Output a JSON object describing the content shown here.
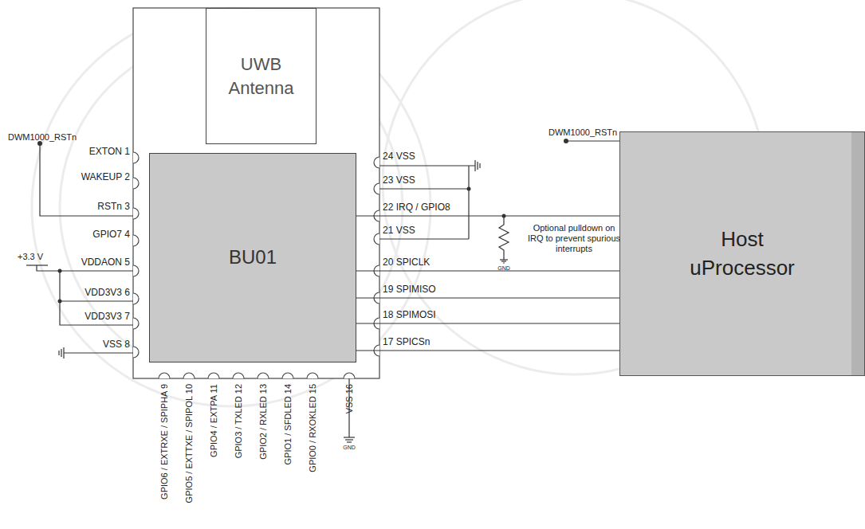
{
  "diagram": {
    "nodes": [
      {
        "text": [
          "UWB Antenna"
        ]
      },
      {
        "text": [
          "BU01"
        ]
      },
      {
        "text": [
          "Host uProcessor"
        ]
      }
    ],
    "edges": [
      {
        "from": 1,
        "to": 2,
        "arrow": "none"
      },
      {
        "from": 1,
        "to": 2,
        "arrow": "none"
      },
      {
        "from": 1,
        "to": 2,
        "arrow": "none"
      },
      {
        "from": 1,
        "to": 2,
        "arrow": "none"
      },
      {
        "from": 1,
        "to": 2,
        "arrow": "none"
      }
    ],
    "labels": [
      "DWM1000_RSTn",
      "EXTON 1",
      "WAKEUP 2",
      "RSTn 3",
      "GPIO7 4",
      "VDDAON 5",
      "VDD3V3 6",
      "VDD3V3 7",
      "VSS 8",
      "+3.3 V",
      "DWM1000_RSTn",
      "24 VSS",
      "23 VSS",
      "22 IRQ / GPIO8",
      "21 VSS",
      "20 SPICLK",
      "19 SPIMISO",
      "18 SPIMOSI",
      "17 SPICSn",
      "Optional pulldown on IRQ to prevent spurious interrupts",
      "GND",
      "GPIO6 / EXTRXE / SPIPHA 9",
      "GPIO5 / EXTTXE / SPIPOL 10",
      "GPIO4 / EXTPA 11",
      "GPIO3 / TXLED 12",
      "GPIO2 / RXLED 13",
      "GPIO1 / SFDLED 14",
      "GPIO0 / RXOKLED 15",
      "VSS 16",
      "GND"
    ]
  }
}
